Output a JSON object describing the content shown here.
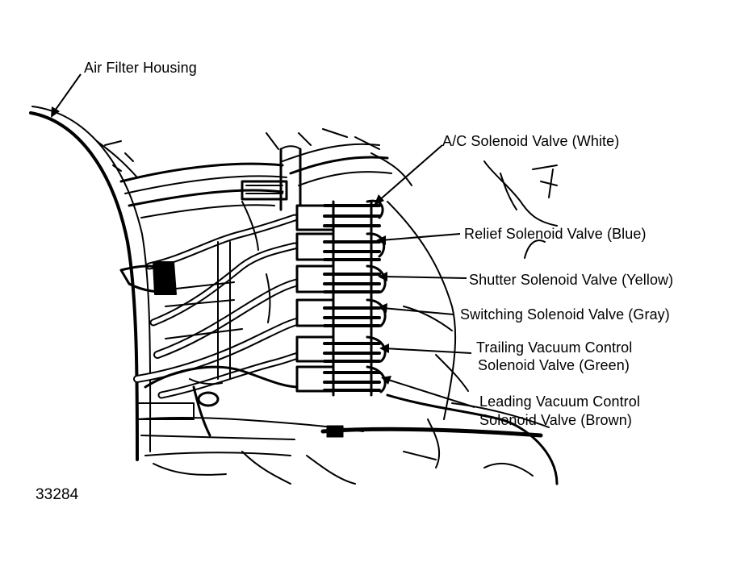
{
  "diagram": {
    "labels": {
      "air_filter_housing": "Air Filter Housing",
      "ac_solenoid_valve": "A/C Solenoid Valve (White)",
      "relief_solenoid_valve": "Relief Solenoid Valve (Blue)",
      "shutter_solenoid_valve": "Shutter Solenoid Valve (Yellow)",
      "switching_solenoid_valve": "Switching Solenoid Valve (Gray)",
      "trailing_line1": "Trailing Vacuum Control",
      "trailing_line2": "Solenoid Valve (Green)",
      "leading_line1": "Leading Vacuum Control",
      "leading_line2": "Solenoid Valve (Brown)"
    },
    "figure_number": "33284"
  }
}
